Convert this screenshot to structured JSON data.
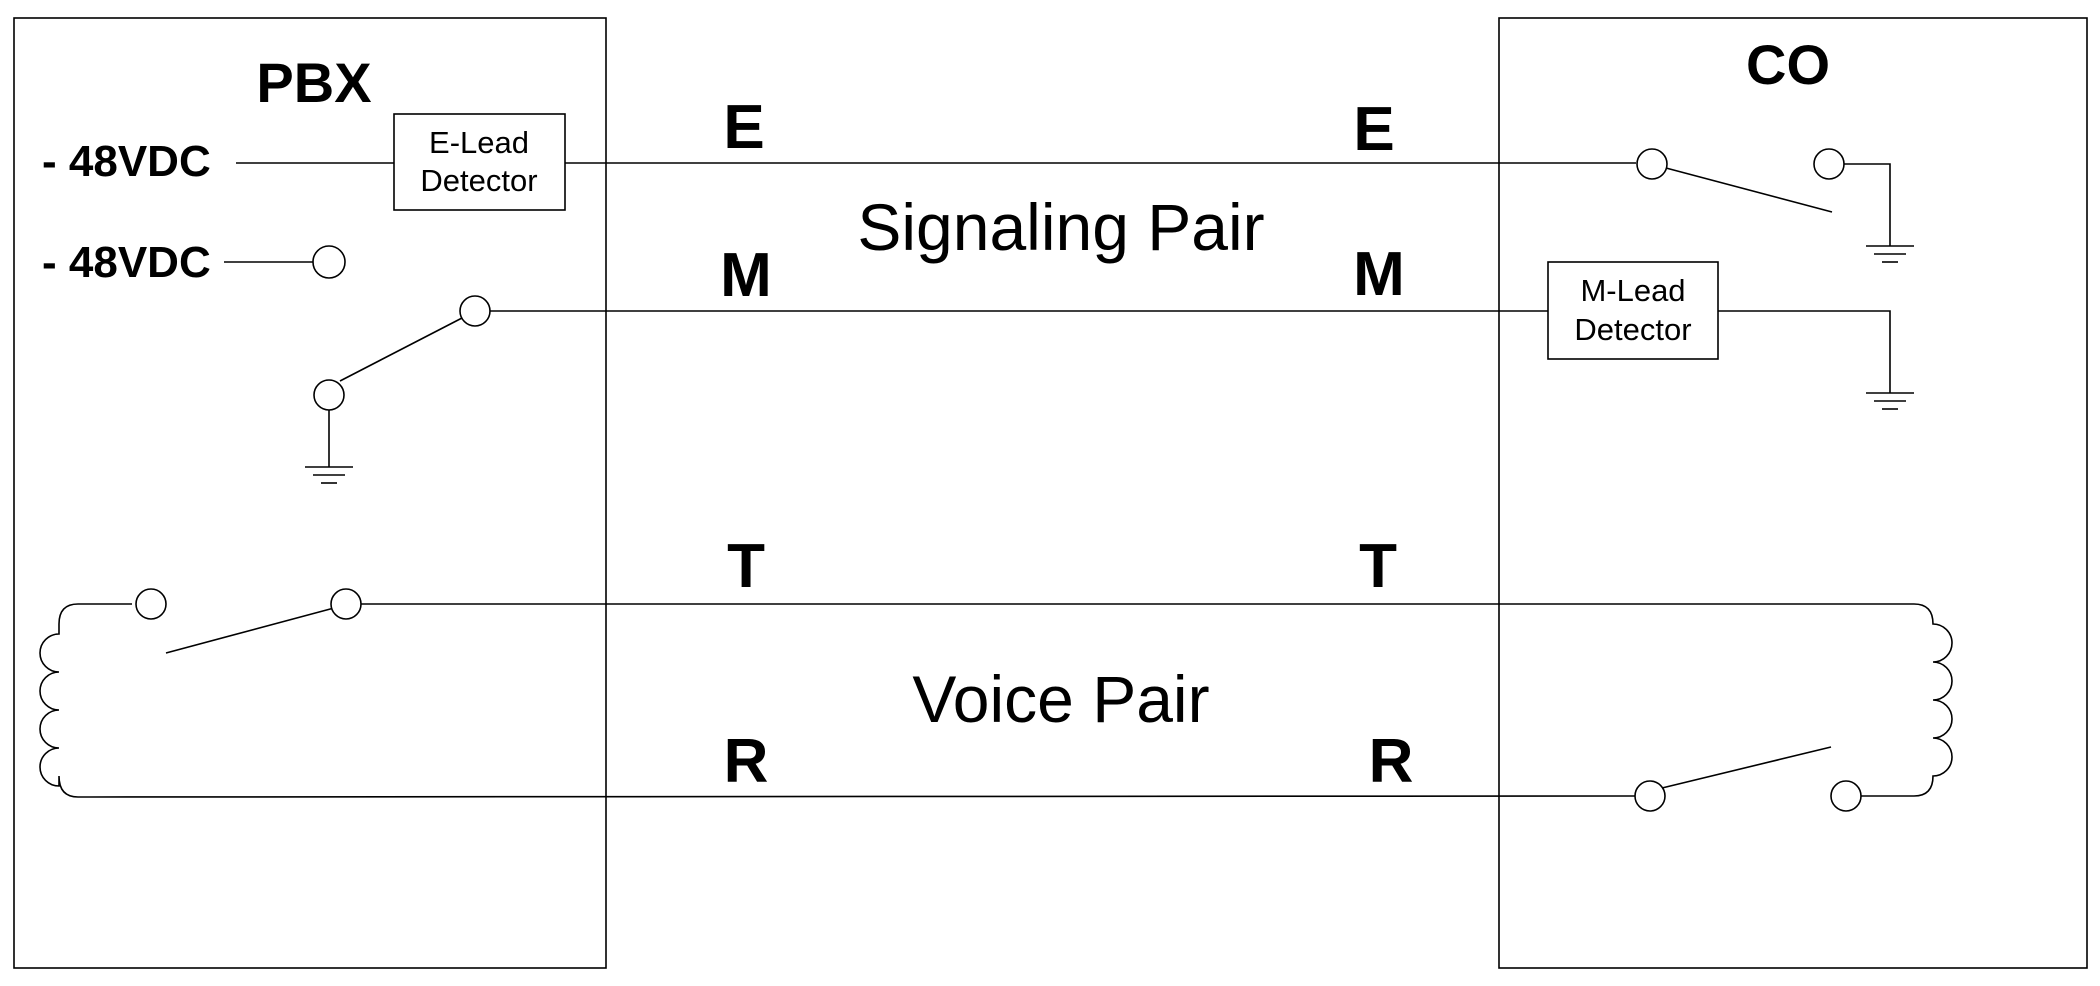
{
  "pbx": {
    "title": "PBX",
    "supply_1": "- 48VDC",
    "supply_2": "- 48VDC",
    "e_detector": [
      "E-Lead",
      "Detector"
    ]
  },
  "co": {
    "title": "CO",
    "m_detector": [
      "M-Lead",
      "Detector"
    ]
  },
  "signaling_pair": {
    "label": "Signaling Pair",
    "e_left": "E",
    "e_right": "E",
    "m_left": "M",
    "m_right": "M"
  },
  "voice_pair": {
    "label": "Voice Pair",
    "t_left": "T",
    "t_right": "T",
    "r_left": "R",
    "r_right": "R"
  }
}
